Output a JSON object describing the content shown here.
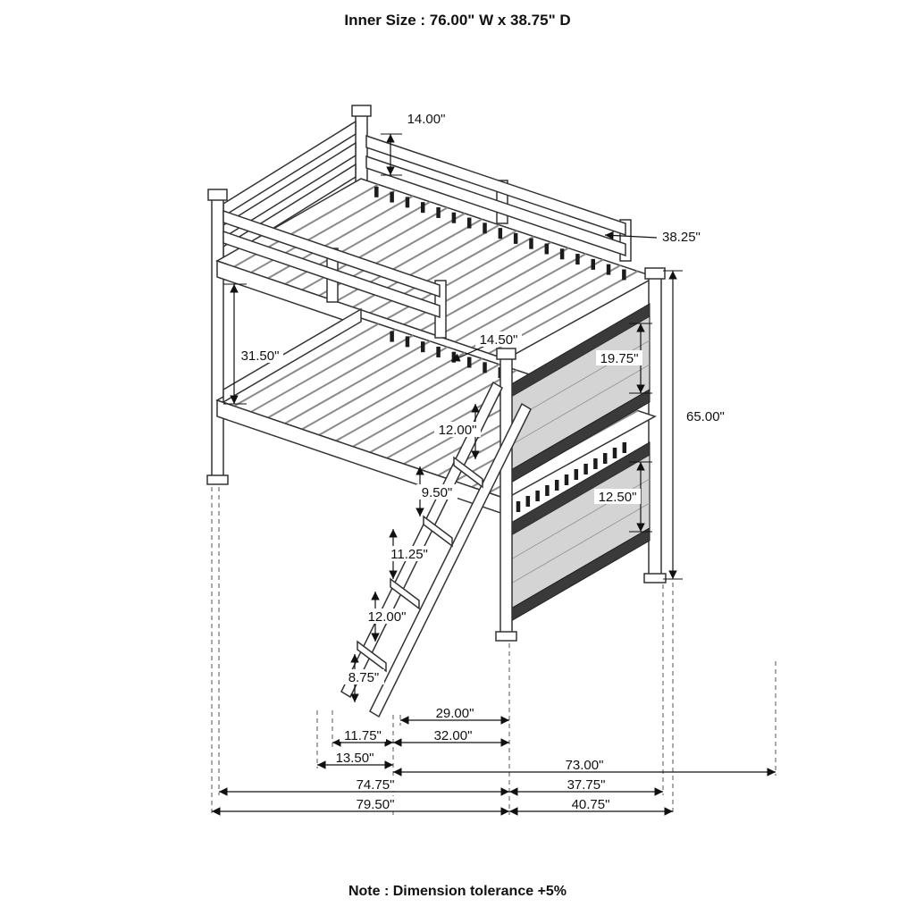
{
  "header": {
    "title": "Inner Size : 76.00\" W x  38.75\" D"
  },
  "footer": {
    "note": "Note : Dimension tolerance +5%"
  },
  "diagram": {
    "description": "Isometric dimension drawing of a twin over twin bunk bed with front ladder",
    "dims": {
      "headboard_top_section": "14.00\"",
      "top_bunk_depth": "38.25\"",
      "bunk_gap_height": "31.50\"",
      "guard_rail_height": "14.50\"",
      "ladder_step_1": "12.00\"",
      "footboard_upper_panel": "19.75\"",
      "overall_height": "65.00\"",
      "ladder_step_2": "9.50\"",
      "ladder_step_3": "11.25\"",
      "ladder_step_4": "12.00\"",
      "footboard_lower_panel": "12.50\"",
      "ladder_step_5": "8.75\"",
      "ladder_reach": "29.00\"",
      "ladder_foot_depth": "11.75\"",
      "ladder_span": "32.00\"",
      "ladder_base": "13.50\"",
      "frame_length": "73.00\"",
      "frame_depth": "37.75\"",
      "length_with_ladder": "74.75\"",
      "overall_length": "79.50\"",
      "overall_depth": "40.75\""
    }
  }
}
